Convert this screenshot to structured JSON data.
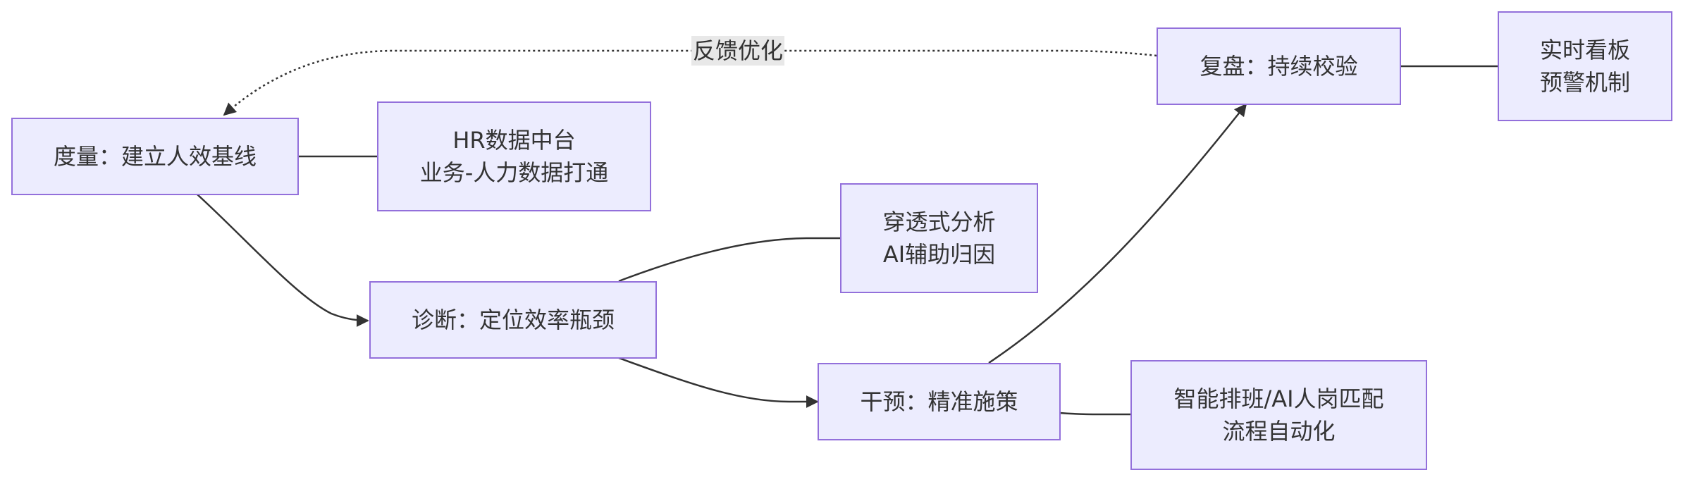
{
  "diagram": {
    "nodes": {
      "measure": {
        "label": "度量：建立人效基线"
      },
      "measure_detail": {
        "lines": [
          "HR数据中台",
          "业务-人力数据打通"
        ]
      },
      "diagnose": {
        "label": "诊断：定位效率瓶颈"
      },
      "diagnose_detail": {
        "lines": [
          "穿透式分析",
          "AI辅助归因"
        ]
      },
      "intervene": {
        "label": "干预：精准施策"
      },
      "intervene_detail": {
        "lines": [
          "智能排班/AI人岗匹配",
          "流程自动化"
        ]
      },
      "review": {
        "label": "复盘：持续校验"
      },
      "review_detail": {
        "lines": [
          "实时看板",
          "预警机制"
        ]
      }
    },
    "edges": {
      "feedback_label": "反馈优化"
    }
  }
}
